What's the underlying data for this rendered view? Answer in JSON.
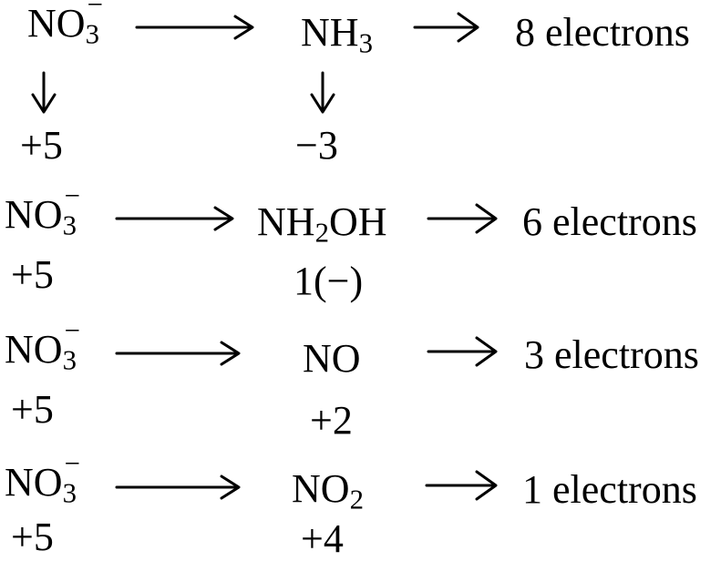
{
  "reactions": [
    {
      "reactant": {
        "base": "NO",
        "sub": "3",
        "sup": "−"
      },
      "reactant_ox": "+5",
      "product": {
        "base": "NH",
        "sub": "3",
        "tail": ""
      },
      "product_ox": "−3",
      "electrons": "8  electrons"
    },
    {
      "reactant": {
        "base": "NO",
        "sub": "3",
        "sup": "−"
      },
      "reactant_ox": "+5",
      "product": {
        "base": "NH",
        "sub": "2",
        "tail": "OH"
      },
      "product_ox": "1(−)",
      "electrons": "6 electrons"
    },
    {
      "reactant": {
        "base": "NO",
        "sub": "3",
        "sup": "−"
      },
      "reactant_ox": "+5",
      "product": {
        "base": "NO",
        "sub": "",
        "tail": ""
      },
      "product_ox": "+2",
      "electrons": "3 electrons"
    },
    {
      "reactant": {
        "base": "NO",
        "sub": "3",
        "sup": "−"
      },
      "reactant_ox": "+5",
      "product": {
        "base": "NO",
        "sub": "2",
        "tail": ""
      },
      "product_ox": "+4",
      "electrons": "1 electrons"
    }
  ]
}
